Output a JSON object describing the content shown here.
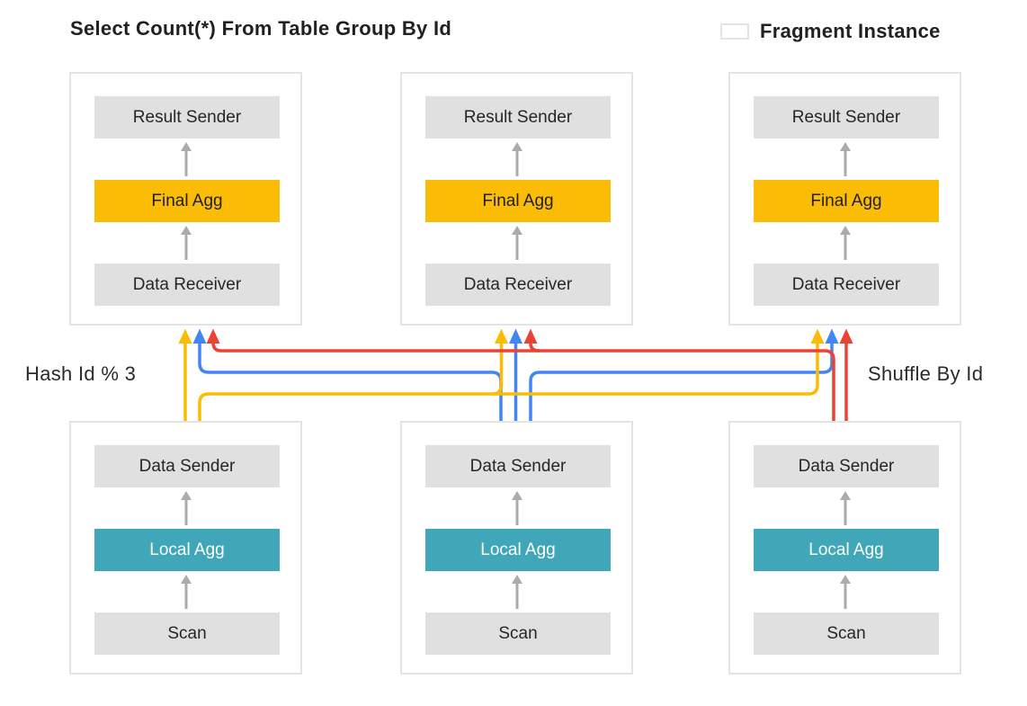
{
  "title": "Select Count(*) From Table Group By Id",
  "legend": {
    "label": "Fragment Instance"
  },
  "labels": {
    "left": "Hash Id % 3",
    "right": "Shuffle By Id"
  },
  "colors": {
    "yellow": "#FBBC05",
    "blue": "#4285F4",
    "red": "#EA4335",
    "teal": "#3FA7B8",
    "node_gray": "#E0E0E0",
    "arrow_gray": "#ABABAB",
    "border_gray": "#E4E4E4",
    "text_dark": "#212121"
  },
  "fragments": [
    {
      "position": "top-left",
      "nodes": [
        {
          "label": "Result Sender"
        },
        {
          "label": "Final Agg"
        },
        {
          "label": "Data Receiver"
        }
      ]
    },
    {
      "position": "top-middle",
      "nodes": [
        {
          "label": "Result Sender"
        },
        {
          "label": "Final Agg"
        },
        {
          "label": "Data Receiver"
        }
      ]
    },
    {
      "position": "top-right",
      "nodes": [
        {
          "label": "Result Sender"
        },
        {
          "label": "Final Agg"
        },
        {
          "label": "Data Receiver"
        }
      ]
    },
    {
      "position": "bottom-left",
      "nodes": [
        {
          "label": "Data Sender"
        },
        {
          "label": "Local Agg"
        },
        {
          "label": "Scan"
        }
      ]
    },
    {
      "position": "bottom-middle",
      "nodes": [
        {
          "label": "Data Sender"
        },
        {
          "label": "Local Agg"
        },
        {
          "label": "Scan"
        }
      ]
    },
    {
      "position": "bottom-right",
      "nodes": [
        {
          "label": "Data Sender"
        },
        {
          "label": "Local Agg"
        },
        {
          "label": "Scan"
        }
      ]
    }
  ],
  "shuffle": {
    "streams": [
      {
        "name": "yellow-stream",
        "color_key": "yellow",
        "source": "bottom-left"
      },
      {
        "name": "blue-stream",
        "color_key": "blue",
        "source": "bottom-middle"
      },
      {
        "name": "red-stream",
        "color_key": "red",
        "source": "bottom-right"
      }
    ]
  }
}
